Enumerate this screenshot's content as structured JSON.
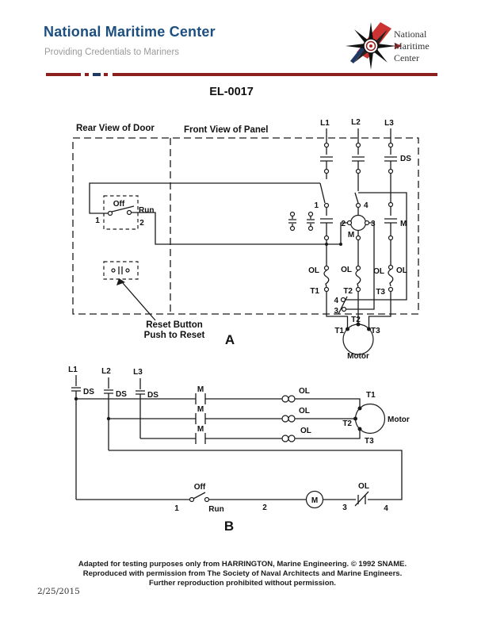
{
  "header": {
    "title": "National Maritime Center",
    "subtitle": "Providing Credentials to Mariners",
    "logo_line1": "National",
    "logo_line2": "Maritime",
    "logo_line3": "Center",
    "accent_blue": "#1c4f80",
    "accent_maroon": "#8e1f1f"
  },
  "document": {
    "code": "EL-0017"
  },
  "figure_a": {
    "label": "A",
    "door_title": "Rear View of Door",
    "panel_title": "Front View of Panel",
    "l1": "L1",
    "l2": "L2",
    "l3": "L3",
    "ds": "DS",
    "off": "Off",
    "run": "Run",
    "n1": "1",
    "n2": "2",
    "n3": "3",
    "n4": "4",
    "m": "M",
    "ol": "OL",
    "t1": "T1",
    "t2": "T2",
    "t3": "T3",
    "motor": "Motor",
    "reset_line1": "Reset Button",
    "reset_line2": "Push to Reset"
  },
  "figure_b": {
    "label": "B",
    "l1": "L1",
    "l2": "L2",
    "l3": "L3",
    "ds": "DS",
    "m": "M",
    "ol": "OL",
    "t1": "T1",
    "t2": "T2",
    "t3": "T3",
    "motor": "Motor",
    "off": "Off",
    "run": "Run",
    "n1": "1",
    "n2": "2",
    "n3": "3",
    "n4": "4"
  },
  "footer": {
    "line1": "Adapted for testing purposes only from HARRINGTON,  Marine Engineering. © 1992 SNAME.",
    "line2": "Reproduced with permission from The Society of Naval Architects and Marine Engineers.",
    "line3": "Further reproduction prohibited without permission.",
    "date": "2/25/2015"
  }
}
